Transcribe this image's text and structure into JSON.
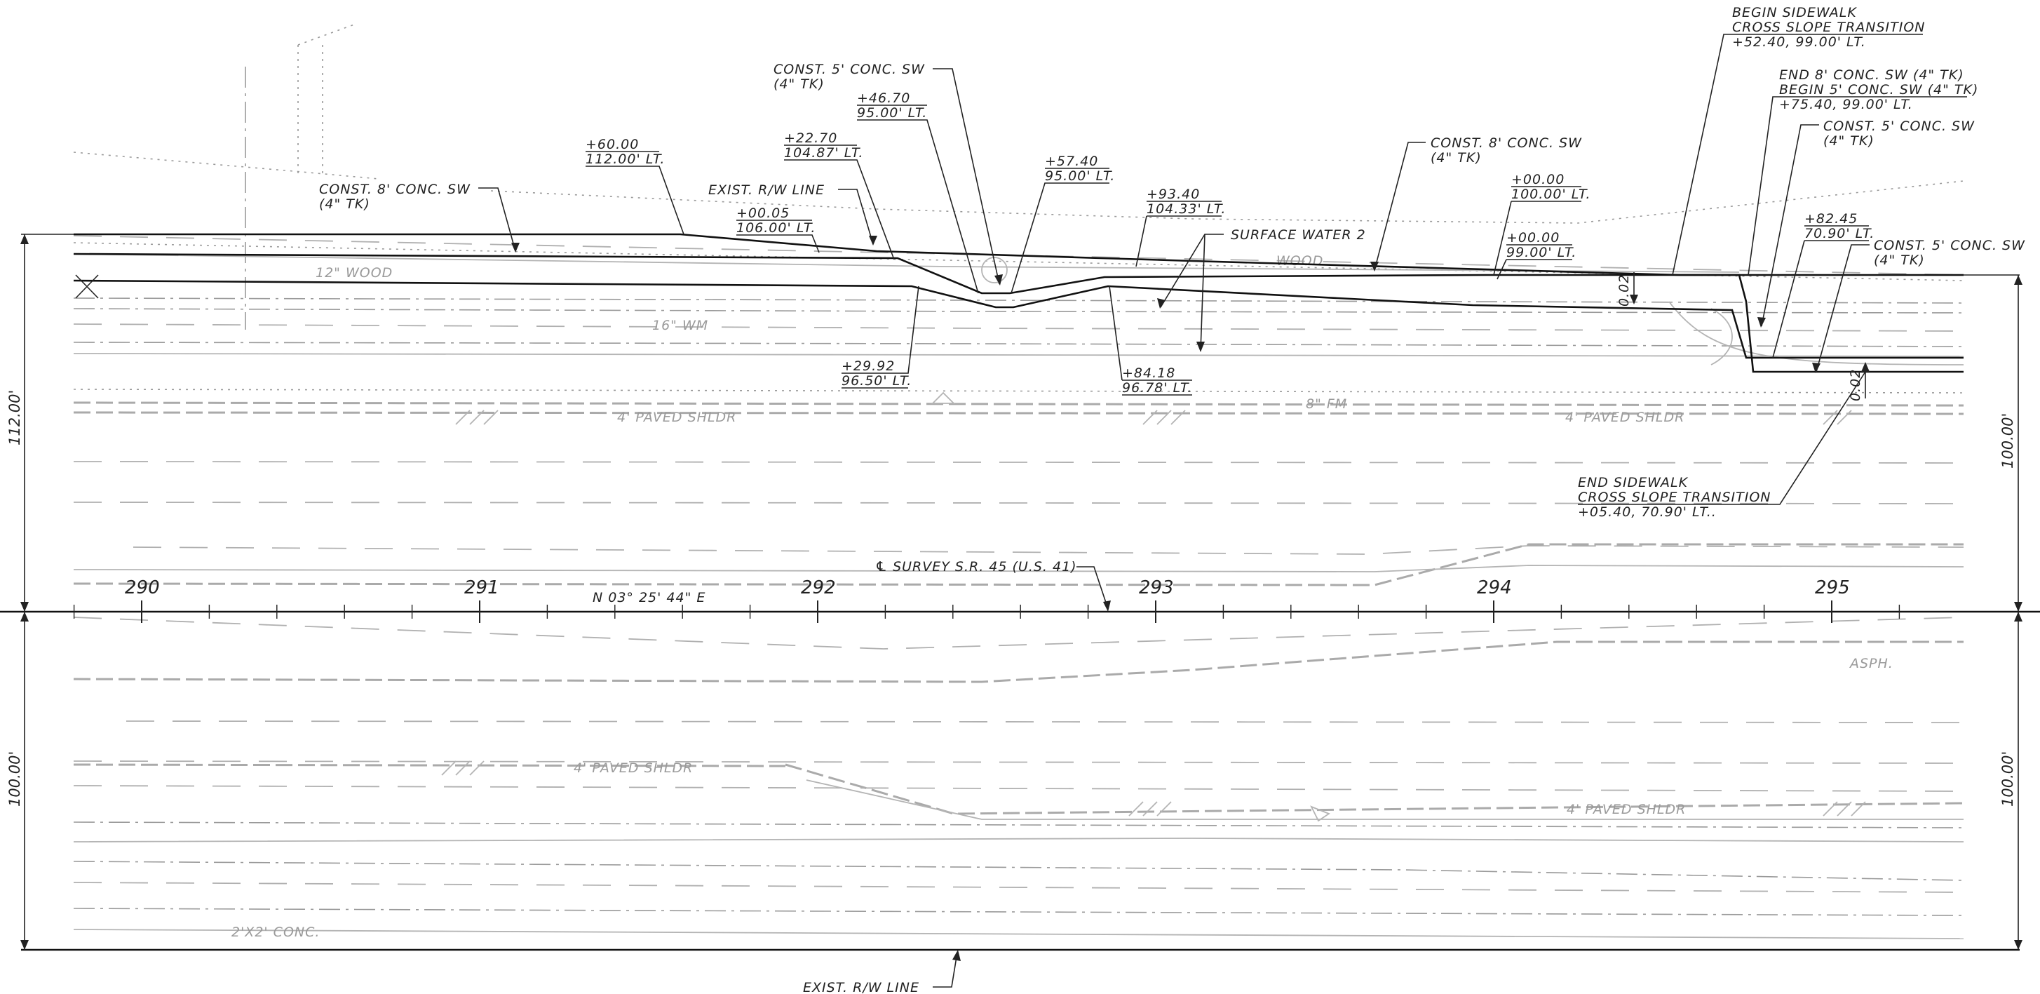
{
  "stations": [
    "290",
    "291",
    "292",
    "293",
    "294",
    "295"
  ],
  "centerline": {
    "label": "℄ SURVEY S.R. 45 (U.S. 41)",
    "bearing": "N 03° 25' 44\" E"
  },
  "dimensions": {
    "left_upper": "112.00'",
    "right_upper": "100.00'",
    "left_lower": "100.00'",
    "right_lower": "100.00'"
  },
  "labels": {
    "const_8_sw_left_1": "CONST. 8' CONC. SW",
    "const_8_sw_left_2": "(4\" TK)",
    "exist_rw_top": "EXIST. R/W LINE",
    "const_5_sw_a_1": "CONST. 5' CONC. SW",
    "const_5_sw_a_2": "(4\" TK)",
    "surface_water": "SURFACE WATER 2",
    "const_8_sw_right_1": "CONST. 8' CONC. SW",
    "const_8_sw_right_2": "(4\" TK)",
    "begin_sw_1": "BEGIN SIDEWALK",
    "begin_sw_2": "CROSS SLOPE TRANSITION",
    "begin_sw_3": "+52.40, 99.00' LT.",
    "end8_1": "END 8' CONC. SW (4\" TK)",
    "end8_2": "BEGIN 5' CONC. SW (4\" TK)",
    "end8_3": "+75.40, 99.00' LT.",
    "const_5_sw_b_1": "CONST. 5' CONC. SW",
    "const_5_sw_b_2": "(4\" TK)",
    "const_5_sw_c_1": "CONST. 5' CONC. SW",
    "const_5_sw_c_2": "(4\" TK)",
    "end_sw_1": "END SIDEWALK",
    "end_sw_2": "CROSS SLOPE TRANSITION",
    "end_sw_3": "+05.40, 70.90' LT..",
    "exist_rw_bottom": "EXIST. R/W LINE",
    "slope_a": "0.02",
    "slope_b": "0.02"
  },
  "offsets": [
    {
      "sta": "+60.00",
      "off": "112.00' LT."
    },
    {
      "sta": "+00.05",
      "off": "106.00' LT."
    },
    {
      "sta": "+22.70",
      "off": "104.87' LT."
    },
    {
      "sta": "+46.70",
      "off": "95.00' LT."
    },
    {
      "sta": "+57.40",
      "off": "95.00' LT."
    },
    {
      "sta": "+29.92",
      "off": "96.50' LT."
    },
    {
      "sta": "+93.40",
      "off": "104.33' LT."
    },
    {
      "sta": "+84.18",
      "off": "96.78' LT."
    },
    {
      "sta": "+00.00",
      "off": "100.00' LT."
    },
    {
      "sta": "+00.00",
      "off": "99.00' LT."
    },
    {
      "sta": "+82.45",
      "off": "70.90' LT."
    }
  ],
  "existing": {
    "wood_fence": "12\" WOOD",
    "wood_fence_b": "WOOD",
    "wm": "16\" WM",
    "fm": "8\" FM",
    "shldr_1": "4' PAVED SHLDR",
    "shldr_2": "4' PAVED SHLDR",
    "shldr_3": "4' PAVED SHLDR",
    "shldr_4": "4' PAVED SHLDR",
    "asph": "ASPH.",
    "conc": "2'X2' CONC."
  }
}
